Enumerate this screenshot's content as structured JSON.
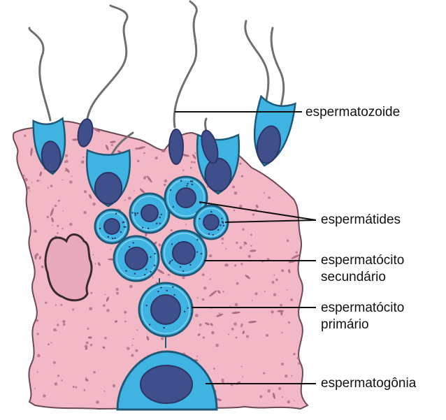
{
  "colors": {
    "tissue": "#f2b8c6",
    "tissue_outline": "#6b4a55",
    "cell_cytoplasm": "#3fb4e3",
    "cell_outline": "#1e5a78",
    "nucleus": "#3f4f8c",
    "nucleus_dark": "#2b3566",
    "granule": "#b06d85",
    "leader_line": "#111111"
  },
  "labels": {
    "spermatozoa": "espermatozoide",
    "spermatids": "espermátides",
    "secondary_line1": "espermatócito",
    "secondary_line2": "secundário",
    "primary_line1": "espermatócito",
    "primary_line2": "primário",
    "spermatogonia": "espermatogônia"
  }
}
